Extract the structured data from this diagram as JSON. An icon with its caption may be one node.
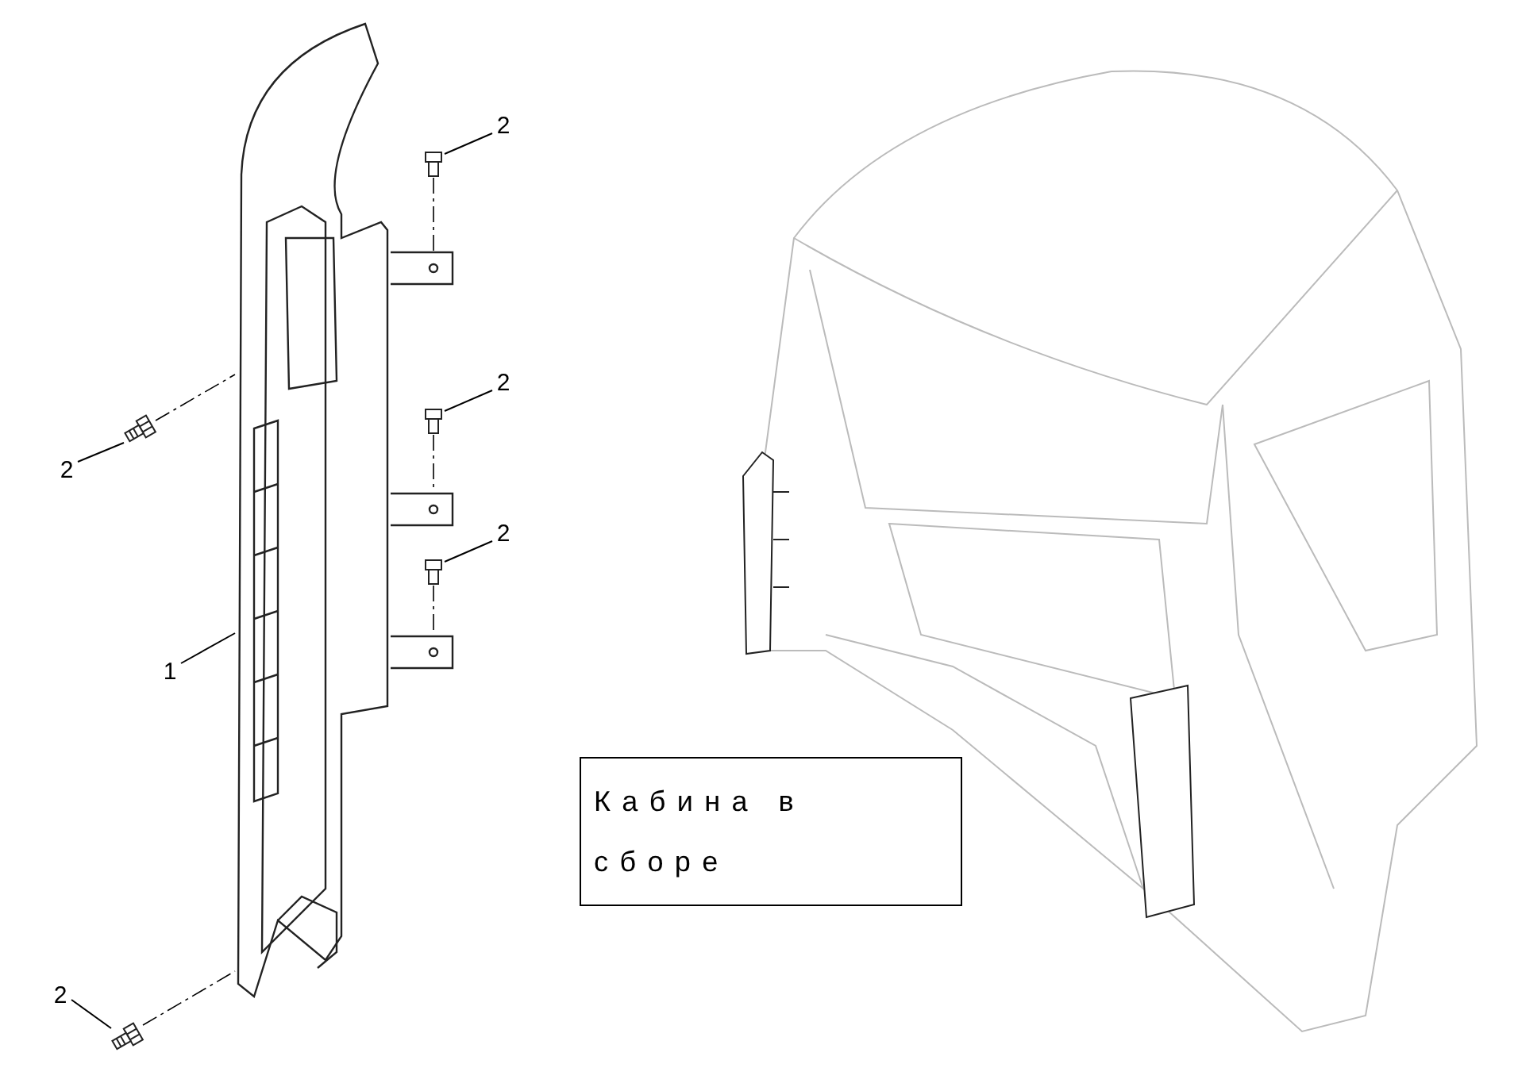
{
  "diagram": {
    "nodes": [
      {
        "text": [],
        "shape": "picture"
      },
      {
        "text": [],
        "shape": "picture"
      },
      {
        "text": [],
        "shape": "picture"
      },
      {
        "text": [],
        "shape": "picture"
      },
      {
        "text": [],
        "shape": "picture"
      },
      {
        "text": [],
        "shape": "picture"
      },
      {
        "text": [],
        "shape": "picture"
      },
      {
        "text": [],
        "shape": "picture"
      },
      {
        "text": [],
        "shape": "picture"
      },
      {
        "text": [
          "1"
        ]
      },
      {
        "text": [
          "2"
        ]
      },
      {
        "text": [
          "2"
        ]
      },
      {
        "text": [
          "2"
        ]
      },
      {
        "text": [
          "2"
        ]
      },
      {
        "text": [
          "2"
        ]
      },
      {
        "text": [
          "Кабина в сборе"
        ]
      }
    ],
    "edges": [
      {
        "from": 9,
        "to": 0,
        "arrow": "none"
      },
      {
        "from": 10,
        "to": 4,
        "arrow": "none"
      },
      {
        "from": 11,
        "to": 5,
        "arrow": "none"
      },
      {
        "from": 12,
        "to": 6,
        "arrow": "none"
      },
      {
        "from": 13,
        "to": 7,
        "arrow": "none"
      },
      {
        "from": 14,
        "to": 8,
        "arrow": "none"
      },
      {
        "from": 4,
        "to": 1,
        "arrow": "none",
        "style": "dashed"
      },
      {
        "from": 6,
        "to": 2,
        "arrow": "none",
        "style": "dashed"
      },
      {
        "from": 7,
        "to": 3,
        "arrow": "none",
        "style": "dashed"
      },
      {
        "from": 5,
        "to": 0,
        "arrow": "none",
        "style": "dashed"
      },
      {
        "from": 8,
        "to": 0,
        "arrow": "none",
        "style": "dashed"
      }
    ]
  }
}
